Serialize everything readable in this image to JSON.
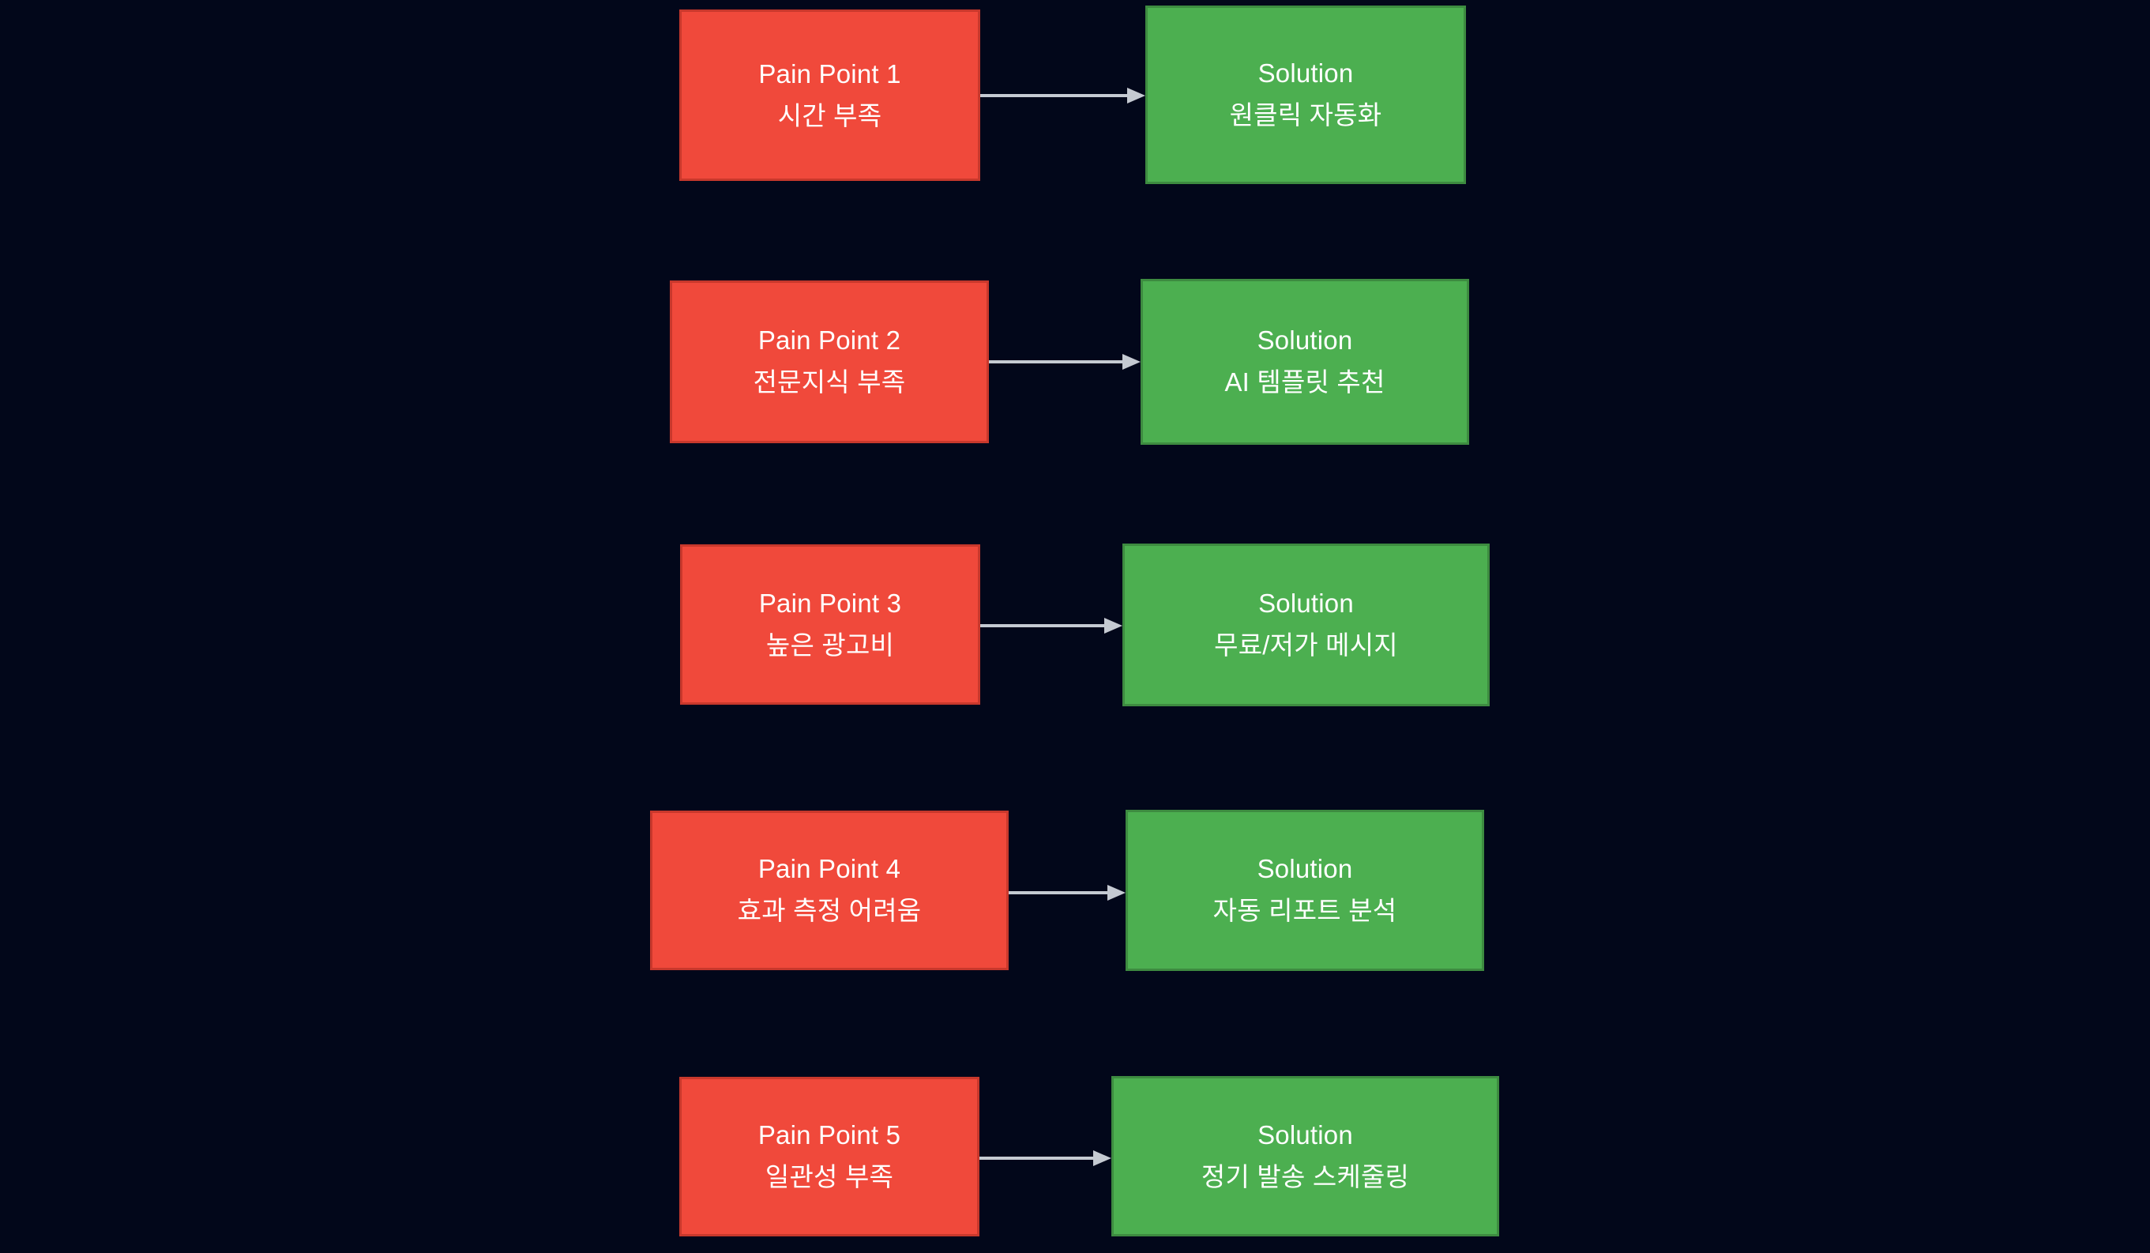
{
  "diagram": {
    "type": "flowchart",
    "orientation": "left-to-right-pairs",
    "background_color": "#02071a",
    "pain_color": "#f0493b",
    "pain_border_color": "#c8382c",
    "solution_color": "#4caf50",
    "solution_border_color": "#3d8b40",
    "arrow_color": "#c5cad2",
    "text_color": "#ffffff",
    "rows": [
      {
        "pain": {
          "title": "Pain Point 1",
          "detail": "시간 부족"
        },
        "arrow": "arrow-right",
        "solution": {
          "title": "Solution",
          "detail": "원클릭 자동화"
        }
      },
      {
        "pain": {
          "title": "Pain Point 2",
          "detail": "전문지식 부족"
        },
        "arrow": "arrow-right",
        "solution": {
          "title": "Solution",
          "detail": "AI 템플릿 추천"
        }
      },
      {
        "pain": {
          "title": "Pain Point 3",
          "detail": "높은 광고비"
        },
        "arrow": "arrow-right",
        "solution": {
          "title": "Solution",
          "detail": "무료/저가 메시지"
        }
      },
      {
        "pain": {
          "title": "Pain Point 4",
          "detail": "효과 측정 어려움"
        },
        "arrow": "arrow-right",
        "solution": {
          "title": "Solution",
          "detail": "자동 리포트 분석"
        }
      },
      {
        "pain": {
          "title": "Pain Point 5",
          "detail": "일관성 부족"
        },
        "arrow": "arrow-right",
        "solution": {
          "title": "Solution",
          "detail": "정기 발송 스케줄링"
        }
      }
    ]
  }
}
